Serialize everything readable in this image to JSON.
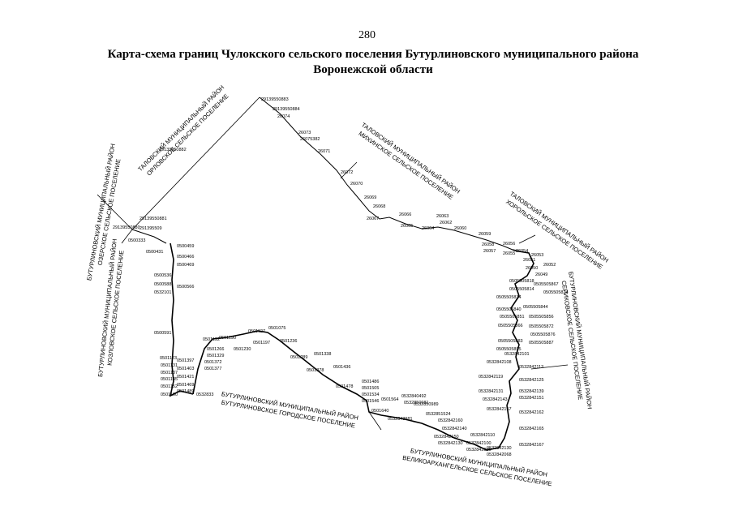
{
  "page_number": "280",
  "title": {
    "line1": "Карта-схема границ Чулокского сельского поселения Бутурлиновского муниципального района",
    "line2": "Воронежской области"
  },
  "neighbors": [
    {
      "district": "ТАЛОВСКИЙ МУНИЦИПАЛЬНЫЙ РАЙОН",
      "settlement": "ОРЛОВСКОЕ СЕЛЬСКОЕ ПОСЕЛЕНИЕ"
    },
    {
      "district": "ТАЛОВСКИЙ МУНИЦИПАЛЬНЫЙ РАЙОН",
      "settlement": "МИХИНСКОЕ СЕЛЬСКОЕ ПОСЕЛЕНИЕ"
    },
    {
      "district": "ТАЛОВСКИЙ МУНИЦИПАЛЬНЫЙ РАЙОН",
      "settlement": "ХОРОЛЬСКОЕ СЕЛЬСКОЕ ПОСЕЛЕНИЕ"
    },
    {
      "district": "БУТУРЛИНОВСКИЙ МУНИЦИПАЛЬНЫЙ РАЙОН",
      "settlement": "ОЗЕРСКОЕ СЕЛЬСКОЕ ПОСЕЛЕНИЕ"
    },
    {
      "district": "БУТУРЛИНОВСКИЙ МУНИЦИПАЛЬНЫЙ РАЙОН",
      "settlement": "КОЗЛОВСКОЕ СЕЛЬСКОЕ ПОСЕЛЕНИЕ"
    },
    {
      "district": "БУТУРЛИНОВСКИЙ МУНИЦИПАЛЬНЫЙ РАЙОН",
      "settlement": "БУТУРЛИНОВСКОЕ ГОРОДСКОЕ ПОСЕЛЕНИЕ"
    },
    {
      "district": "БУТУРЛИНОВСКИЙ МУНИЦИПАЛЬНЫЙ РАЙОН",
      "settlement": "ВЕЛИКОАРХАНГЕЛЬСКОЕ СЕЛЬСКОЕ ПОСЕЛЕНИЕ"
    },
    {
      "district": "БУТУРЛИНОВСКИЙ МУНИЦИПАЛЬНЫЙ РАЙОН",
      "settlement": "СЕРИКОВСКОЕ СЕЛЬСКОЕ ПОСЕЛЕНИЕ"
    }
  ],
  "points": {
    "top": [
      "29139550883",
      "29139550884",
      "26074",
      "26073",
      "26075382",
      "26071",
      "26072",
      "26070",
      "26069",
      "26068",
      "26067"
    ],
    "east": [
      "26065",
      "26066",
      "26064",
      "26063",
      "26062",
      "26060",
      "26059",
      "26058",
      "26057",
      "26056",
      "26055",
      "26054",
      "26053",
      "26052",
      "26051",
      "26050",
      "26049"
    ],
    "west": [
      "29139550882",
      "29139550881",
      "29139550880",
      "291395509",
      "0500333",
      "0500431",
      "0500459",
      "0500466",
      "0500469",
      "0500536",
      "0500566",
      "0500588",
      "0532101",
      "0500591",
      "0501123",
      "0501131",
      "0501137",
      "0501145",
      "0501152",
      "0501160",
      "0501397",
      "0501403",
      "0501421",
      "0501469",
      "0501489",
      "0532833"
    ],
    "south": [
      "0501192",
      "0501190",
      "0501197",
      "0501230",
      "0501266",
      "0501329",
      "0501372",
      "0501377",
      "0501075",
      "0501127",
      "0501236",
      "0501289",
      "0501378",
      "0501338",
      "0501436",
      "0501478",
      "0501486",
      "0501505",
      "0501534",
      "0501546",
      "0501564",
      "0501640",
      "0532843981"
    ],
    "southeast": [
      "0532840492",
      "0532850981",
      "0532850989",
      "0532851524",
      "0532842160",
      "0532842140",
      "0532842150",
      "0532842130",
      "0532842100",
      "0532842110",
      "0532842130",
      "0532842096",
      "0532842068"
    ],
    "eastside": [
      "0505505867",
      "0505505818",
      "0505505814",
      "0505505824",
      "0505505834",
      "0505505840",
      "0505505844",
      "0505505851",
      "0505505856",
      "0505505866",
      "0505505872",
      "0505505876",
      "0505505883",
      "0505505887",
      "0505505895",
      "0532842101",
      "0532842108",
      "0532842113",
      "0532842119",
      "0532842125",
      "0532842131",
      "0532842139",
      "0532842143",
      "0532842151",
      "0532842157",
      "0532842162",
      "0532842165",
      "0532842167"
    ]
  },
  "colors": {
    "line": "#000000",
    "text": "#000000",
    "background": "#ffffff"
  }
}
